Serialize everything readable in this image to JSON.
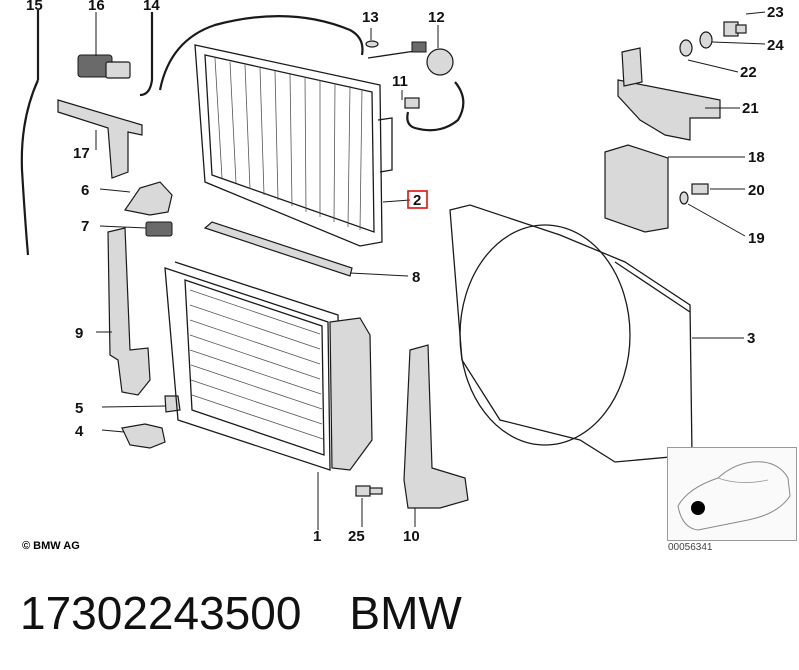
{
  "callouts": [
    "15",
    "16",
    "14",
    "13",
    "12",
    "23",
    "24",
    "22",
    "21",
    "11",
    "17",
    "6",
    "7",
    "18",
    "20",
    "19",
    "2",
    "8",
    "9",
    "3",
    "5",
    "4",
    "25",
    "1",
    "10"
  ],
  "highlighted_callout": "2",
  "copyright": "© BMW AG",
  "ref_code": "00056341",
  "footer": {
    "part_number": "17302243500",
    "brand": "BMW"
  },
  "colors": {
    "highlight": "#dd1111",
    "line": "#1a1a1a"
  }
}
